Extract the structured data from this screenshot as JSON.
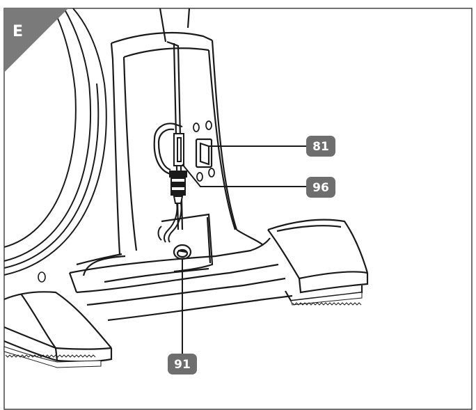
{
  "section": {
    "letter": "E",
    "badge_color": "#7a7a7a",
    "text_color": "#ffffff"
  },
  "callouts": [
    {
      "id": "81",
      "label": "81"
    },
    {
      "id": "96",
      "label": "96"
    },
    {
      "id": "91",
      "label": "91"
    }
  ],
  "colors": {
    "line": "#1a1a1a",
    "callout_bg": "#6e6e6e",
    "callout_text": "#ffffff",
    "frame": "#444444"
  }
}
